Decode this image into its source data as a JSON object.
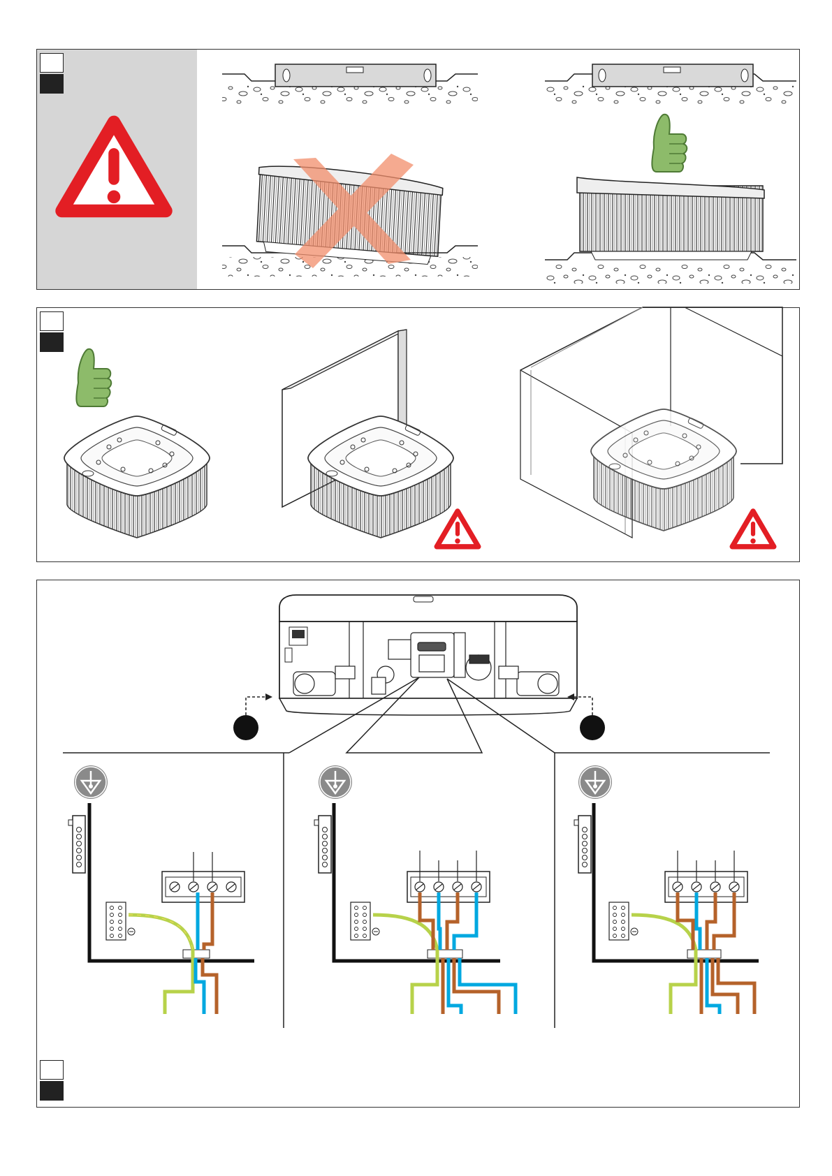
{
  "colors": {
    "warning_red": "#e31e24",
    "thumb_green": "#8dbb6a",
    "cross_orange": "#f28e6c",
    "wire_blue": "#00a8e0",
    "wire_brown": "#b5622a",
    "wire_green_yellow": "#b7d24a",
    "panel_gray": "#d6d6d6",
    "ground_gray": "#8a8a8a"
  },
  "icons": {
    "warning": "warning-triangle-icon",
    "thumbs_up": "thumbs-up-icon",
    "cross": "cross-icon",
    "ground": "ground-symbol-icon",
    "arrow": "arrow-down-icon"
  },
  "panels": [
    {
      "id": "leveling",
      "swatches": [
        "white",
        "black"
      ]
    },
    {
      "id": "placement",
      "swatches": [
        "white",
        "black"
      ]
    },
    {
      "id": "wiring",
      "swatches": [
        "white",
        "black"
      ]
    }
  ],
  "wiring_diagrams": [
    {
      "id": "single-phase",
      "terminals": 4,
      "wires": [
        "green_yellow",
        "blue",
        "brown"
      ]
    },
    {
      "id": "two-phase",
      "terminals": 4,
      "wires": [
        "green_yellow",
        "brown",
        "blue",
        "brown",
        "blue"
      ]
    },
    {
      "id": "three-phase",
      "terminals": 4,
      "wires": [
        "green_yellow",
        "brown",
        "blue",
        "brown",
        "brown"
      ]
    }
  ]
}
